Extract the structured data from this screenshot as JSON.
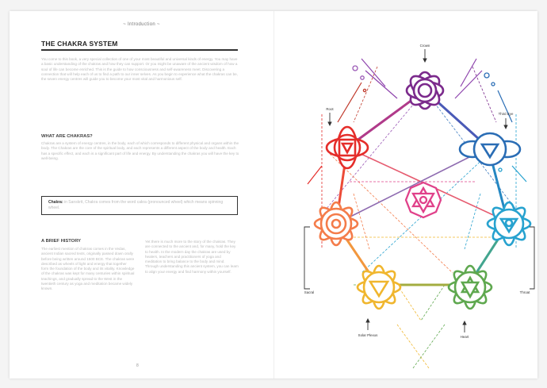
{
  "running_head": "~ Introduction ~",
  "heading": "THE CHAKRA SYSTEM",
  "intro": "You come to this book, a very special collection of one of your most beautiful and universal kinds of energy. You may have a basic understanding of the chakras and how they can support. Or you might be unaware of the ancient wisdom of how a soul of life can become enriched. This is the guide to how consciousness and self-awareness meet. Discovering a connection that will help each of us to find a path to our inner selves. As you begin to experience what the chakras can be, the seven energy centres will guide you to become your most vital and harmonious self.",
  "section_title": "WHAT ARE CHAKRAS?",
  "section_text": "Chakras are a system of energy centres, in the body, each of which corresponds to different physical and organs within the body. The Chakras are the core of the spiritual body, and each represents a different aspect of the body and health. Each has a specific effect, and each is a significant part of life and energy. By understanding the chakras you will have the key to well-being.",
  "callout_label": "Chakra:",
  "callout_text": "in Sanskrit, Chakra comes from the word cakra (pronounced wheel) which means spinning wheel.",
  "history_title": "A BRIEF HISTORY",
  "history_col1": "The earliest mention of chakras comes in the Vedas, ancient Indian sacred texts, originally passed down orally before being written around 1500 BCE. The chakras were described as wheels of light and energy that together form the foundation of the body and its vitality. Knowledge of the chakras was kept for many centuries within spiritual teachings, and gradually spread to the West in the twentieth century as yoga and meditation became widely known.",
  "history_col2": "Yet there is much more to the story of the chakras. They are connected to the ancient and, for many, hold the key to health. In the modern day the chakras are used by healers, teachers and practitioners of yoga and meditation to bring balance to the body and mind. Through understanding this ancient system, you can learn to align your energy and find harmony within yourself.",
  "page_number": "8",
  "diagram_labels": {
    "crown": "Crown",
    "third_eye": "Third Eye",
    "root": "Root",
    "sacral": "Sacral",
    "throat": "Throat",
    "solar_plexus": "Solar Plexus",
    "heart": "Heart"
  },
  "chakra_colors": {
    "crown": "#7b2a8c",
    "third_eye": "#2a6db5",
    "root": "#e52d2a",
    "sacral": "#f47c4a",
    "throat": "#27a2cf",
    "solar_plexus": "#f0b62e",
    "heart": "#5fa84f",
    "center": "#e0418a"
  }
}
